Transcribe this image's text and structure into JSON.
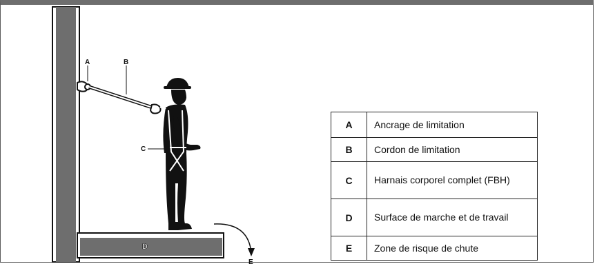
{
  "diagram": {
    "labels": {
      "a": "A",
      "b": "B",
      "c": "C",
      "d": "D",
      "e": "E"
    }
  },
  "legend": [
    {
      "key": "A",
      "description": "Ancrage de limitation"
    },
    {
      "key": "B",
      "description": "Cordon de limitation"
    },
    {
      "key": "C",
      "description": "Harnais corporel complet (FBH)"
    },
    {
      "key": "D",
      "description": "Surface de marche et de travail"
    },
    {
      "key": "E",
      "description": "Zone de risque de chute"
    }
  ],
  "colors": {
    "wall": "#6e6e6e",
    "figure": "#111111",
    "frame": "#6e6e6e"
  }
}
